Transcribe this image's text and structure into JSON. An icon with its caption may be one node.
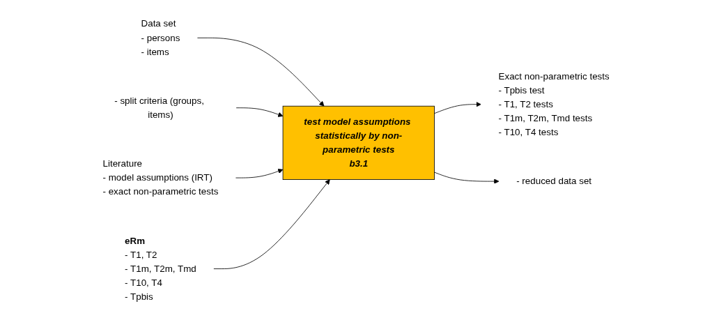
{
  "diagram": {
    "nodes": [
      {
        "text": [
          "Literature",
          "- model assumptions (IRT)",
          "- exact non-parametric tests"
        ]
      },
      {
        "text": [
          "Exact non-parametric tests",
          "- Tpbis test",
          "- T1, T2 tests",
          "- T1m, T2m, Tmd tests",
          "- T10, T4 tests"
        ]
      },
      {
        "text": [
          "Data set",
          "- persons",
          "- items"
        ]
      },
      {
        "text": [
          "- split criteria (groups, items)"
        ]
      },
      {
        "text": [
          "test model assumptions statistically by non-parametric tests",
          "b3.1"
        ]
      },
      {
        "text": [
          "- reduced data set"
        ]
      },
      {
        "text": [
          "eRm",
          "- T1, T2",
          "- T1m, T2m, Tmd",
          "- T10, T4",
          "- Tpbis"
        ]
      }
    ],
    "edges": [
      {
        "from": 2,
        "to": 4,
        "arrow": "to"
      },
      {
        "from": 3,
        "to": 4,
        "arrow": "to"
      },
      {
        "from": 0,
        "to": 4,
        "arrow": "to"
      },
      {
        "from": 6,
        "to": 4,
        "arrow": "to"
      },
      {
        "from": 4,
        "to": 1,
        "arrow": "to"
      },
      {
        "from": 4,
        "to": 5,
        "arrow": "to"
      }
    ]
  }
}
